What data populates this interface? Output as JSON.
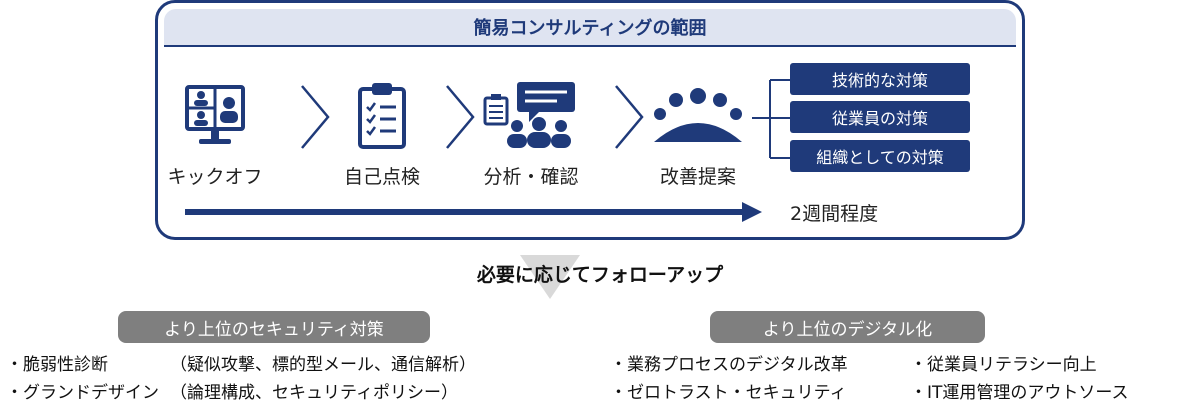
{
  "scope": {
    "title": "簡易コンサルティングの範囲",
    "steps": [
      {
        "label": "キックオフ",
        "icon": "video-conference-icon"
      },
      {
        "label": "自己点検",
        "icon": "checklist-clipboard-icon"
      },
      {
        "label": "分析・確認",
        "icon": "discussion-group-icon"
      },
      {
        "label": "改善提案",
        "icon": "meeting-group-icon"
      }
    ],
    "measures": [
      "技術的な対策",
      "従業員の対策",
      "組織としての対策"
    ],
    "duration": "2週間程度"
  },
  "followup": {
    "label": "必要に応じてフォローアップ"
  },
  "security": {
    "header": "より上位のセキュリティ対策",
    "items": [
      {
        "name": "・脆弱性診断",
        "detail": "（疑似攻撃、標的型メール、通信解析）"
      },
      {
        "name": "・グランドデザイン",
        "detail": "（論理構成、セキュリティポリシー）"
      }
    ]
  },
  "digital": {
    "header": "より上位のデジタル化",
    "items": [
      "・業務プロセスのデジタル改革",
      "・従業員リテラシー向上",
      "・ゼロトラスト・セキュリティ",
      "・IT運用管理のアウトソース"
    ]
  },
  "colors": {
    "primary": "#1f3a7a",
    "title_bg": "#dfe4f1",
    "pill_bg": "#7f7f7f"
  }
}
